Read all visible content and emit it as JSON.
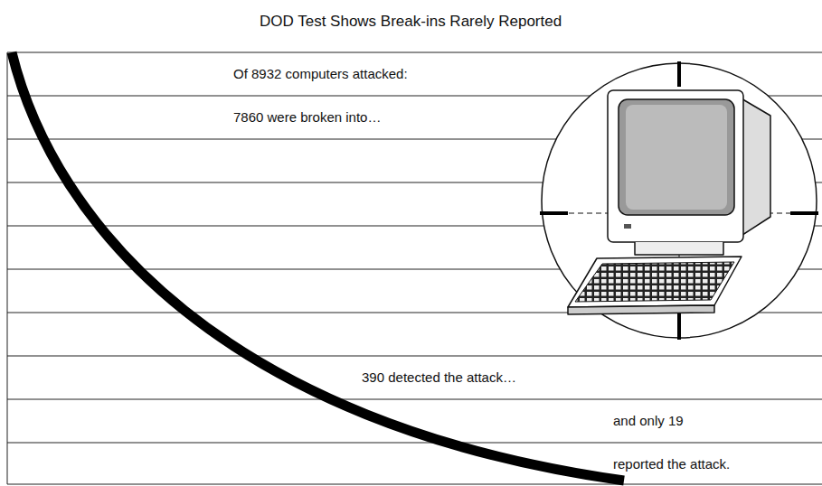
{
  "diagram": {
    "title": "DOD Test Shows Break-ins Rarely Reported",
    "labels": [
      "Of 8932 computers attacked:",
      "7860 were broken into…",
      "390 detected the attack…",
      "and only 19",
      "reported the attack."
    ]
  }
}
